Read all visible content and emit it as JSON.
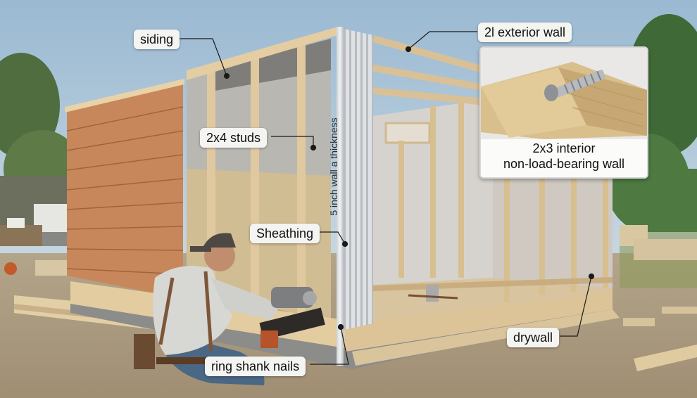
{
  "labels": {
    "siding": "siding",
    "exterior_wall": "2l exterior wall",
    "studs": "2x4 studs",
    "thickness": "5 inch wall a thickness",
    "sheathing": "Sheathing",
    "drywall": "drywall",
    "nails": "ring shank nails"
  },
  "inset": {
    "line1": "2x3 interior",
    "line2": "non-load-bearing wall"
  }
}
